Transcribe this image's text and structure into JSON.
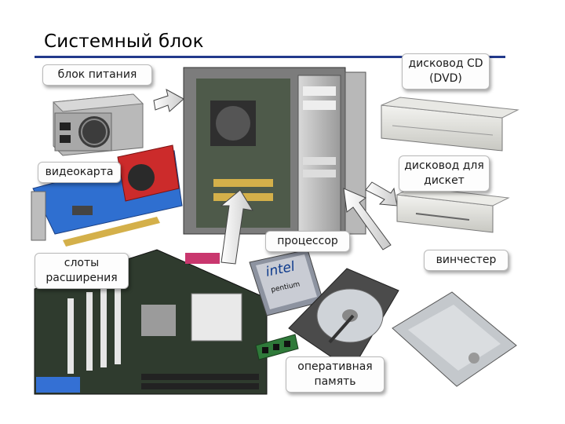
{
  "slide": {
    "title": "Системный блок"
  },
  "callouts": {
    "psu": "блок питания",
    "cd": "дисковод CD (DVD)",
    "video": "видеокарта",
    "fdd": "дисковод для дискет",
    "cpu": "процессор",
    "slots": "слоты расширения",
    "hdd": "винчестер",
    "ram": "оперативная память"
  },
  "labels_on_parts": {
    "intel_logo": "intel",
    "pentium": "pentium"
  }
}
